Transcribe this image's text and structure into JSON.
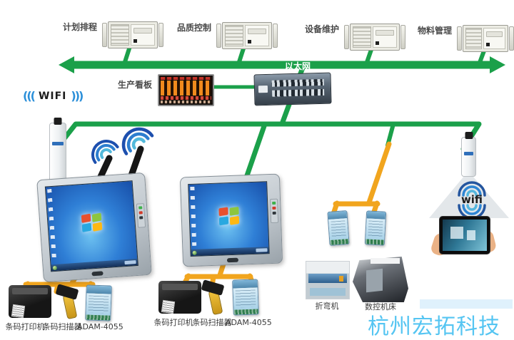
{
  "diagram": {
    "ethernet_label": "以太网",
    "servers": [
      {
        "label": "计划排程"
      },
      {
        "label": "品质控制"
      },
      {
        "label": "设备维护"
      },
      {
        "label": "物料管理"
      }
    ],
    "kanban_label": "生产看板",
    "wifi_left": {
      "arcs_left": "(((",
      "label": "WIFI",
      "arcs_right": ")))"
    },
    "wifi_right_label": "wifi",
    "workstation1": {
      "printer_label": "条码打印机",
      "scanner_label": "条码扫描器",
      "io_module_label": "ADAM-4055"
    },
    "workstation2": {
      "printer_label": "条码打印机",
      "scanner_label": "条码扫描器",
      "io_module_label": "ADAM-4055"
    },
    "machines": [
      {
        "label": "折弯机"
      },
      {
        "label": "数控机床"
      }
    ],
    "watermark": "杭州宏拓科技"
  },
  "colors": {
    "bus_green": "#1BA04A",
    "cable_yellow": "#F1A51E",
    "wifi_blue": "#2B8FD9",
    "watermark_blue": "#55C5F2"
  }
}
